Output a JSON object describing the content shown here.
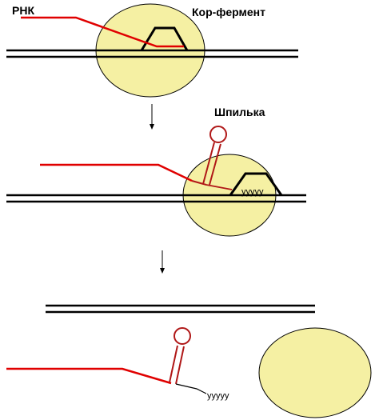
{
  "labels": {
    "rna": "РНК",
    "core_enzyme": "Кор-фермент",
    "hairpin": "Шпилька",
    "poly_u": "уууyy",
    "poly_u_bottom": "ууууу"
  },
  "colors": {
    "dna": "#000000",
    "rna": "#e00000",
    "hairpin": "#b01818",
    "enzyme_fill": "#f5f0a3",
    "enzyme_stroke": "#000000"
  }
}
